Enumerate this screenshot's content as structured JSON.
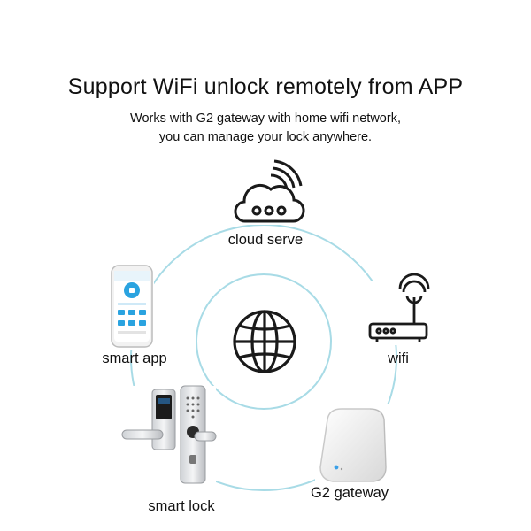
{
  "header": {
    "title": "Support WiFi unlock remotely from APP",
    "subtitle_line1": "Works with G2 gateway with home wifi network,",
    "subtitle_line2": "you can manage your lock anywhere."
  },
  "nodes": {
    "cloud": {
      "label": "cloud serve",
      "icon": "cloud-icon"
    },
    "wifi": {
      "label": "wifi",
      "icon": "router-icon"
    },
    "gateway": {
      "label": "G2 gateway",
      "icon": "gateway-device-icon"
    },
    "lock": {
      "label": "smart lock",
      "icon": "smart-lock-image"
    },
    "app": {
      "label": "smart app",
      "icon": "smartphone-image"
    },
    "center": {
      "icon": "globe-icon"
    }
  },
  "colors": {
    "ring": "#a8dbe6",
    "icon_stroke": "#1a1a1a",
    "app_accent": "#2aa3e0"
  }
}
